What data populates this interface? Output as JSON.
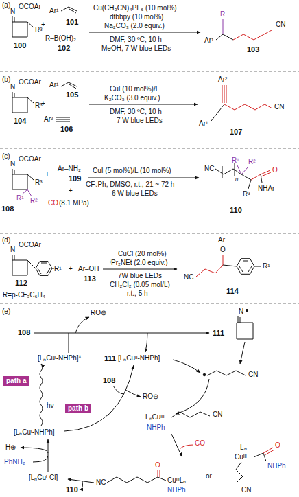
{
  "diagram": {
    "nodes": [
      {
        "text": [
          "path a"
        ]
      },
      {
        "text": [
          "path b"
        ]
      }
    ],
    "labels": [
      "(a)",
      "N",
      "OCOAr",
      "R³",
      "100",
      "+",
      "Ar¹",
      "101",
      "R–B(OH)₂",
      "102",
      "Cu(CH₃CN)₄PF₆ (10 mol%)",
      "dtbbpy (10 mol%)",
      "Na₂CO₃ (2.0 equiv.)",
      "DMF, 30 ºC, 10 h",
      "MeOH, 7 W blue LEDs",
      "R",
      "Ar¹",
      "CN",
      "103",
      "(b)",
      "N",
      "OCOAr",
      "R³",
      "104",
      "Ar¹",
      "105",
      "+",
      "Ar²",
      "106",
      "CuI (10 mol%)/L",
      "K₂CO₃ (3.0 equiv.)",
      "DMF, 30 ºC, 10 h",
      "7 W blue LEDs",
      "Ar²",
      "Ar¹",
      "CN",
      "107",
      "(c)",
      "N",
      "OCOAr",
      "R³",
      "R¹",
      "R²",
      "108",
      "+",
      "Ar–NH₂",
      "109",
      "+",
      "CO",
      "(8.1 MPa)",
      "CuI (5 mol%)/L (10 mol%)",
      "CF₃Ph, DMSO, r.t., 21 ~ 72 h",
      "6 W blue LEDs",
      "NC",
      "n",
      "R¹",
      "R²",
      "O",
      "R³",
      "NHAr",
      "110",
      "(d)",
      "N",
      "OCOAr",
      "R¹",
      "R=p-CF₃C₆H₄",
      "112",
      "+",
      "Ar–OH",
      "113",
      "CuCl (20 mol%)",
      "ⁱPr₂NEt (2.0 equiv.)",
      "7W blue LEDs",
      "CH₂Cl₂ (0.05 mol/L)",
      "r.t., 5 h",
      "Ar",
      "O",
      "R¹",
      "NC",
      "114",
      "(e)",
      "RO⊖",
      "108",
      "111",
      "N",
      "CN",
      "[LₙCuᴵ-NHPh]*",
      "111",
      "[LₙCuᴵᴵ-NHPh]",
      "hν",
      "108",
      "RO⊖",
      "LₙCuᴵᴵᴵ",
      "NHPh",
      "CN",
      "[LₙCuᴵ-NHPh]",
      "CO",
      "H⊕",
      "PhNH₂",
      "[LₙCuᴵ-Cl]",
      "NC",
      "O",
      "CuᴵᴵᴵLₙ",
      "NHPh",
      "or",
      "Lₙ",
      "Cuᴵᴵᴵ",
      "O",
      "NHPh",
      "CN",
      "110"
    ]
  }
}
